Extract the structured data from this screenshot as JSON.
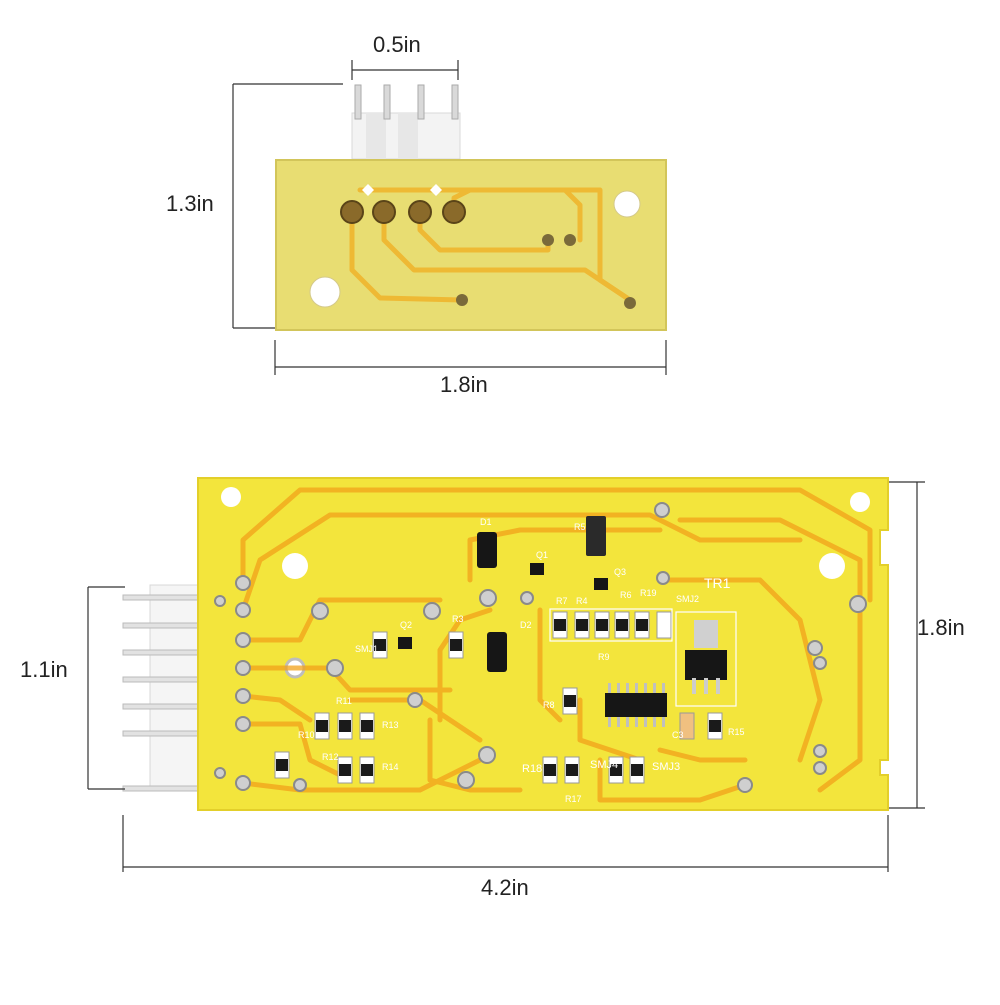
{
  "image": {
    "description_colors": {
      "pcb": "#f2e63c",
      "pcb_small": "#e8dd6a",
      "trace": "#f0a21a",
      "solder": "#c8c8c8",
      "component": "#1a1a1a",
      "connector": "#f4f4f4"
    },
    "dimensions": {
      "top_pin_pitch": "0.5in",
      "top_height": "1.3in",
      "top_width": "1.8in",
      "bottom_connector": "1.1in",
      "bottom_height": "1.8in",
      "bottom_width": "4.2in"
    },
    "board_labels": {
      "d1": "D1",
      "d2": "D2",
      "q1": "Q1",
      "q2": "Q2",
      "q3": "Q3",
      "r3": "R3",
      "r4": "R4",
      "r5": "R5",
      "r6": "R6",
      "r7": "R7",
      "r8": "R8",
      "r9": "R9",
      "r10": "R10",
      "r11": "R11",
      "r12": "R12",
      "r13": "R13",
      "r14": "R14",
      "r15": "R15",
      "r17": "R17",
      "r18": "R18",
      "r19": "R19",
      "tr1": "TR1",
      "c3": "C3",
      "smj1": "SMJ1",
      "smj2": "SMJ2",
      "smj3": "SMJ3",
      "smj4": "SMJ4"
    }
  }
}
